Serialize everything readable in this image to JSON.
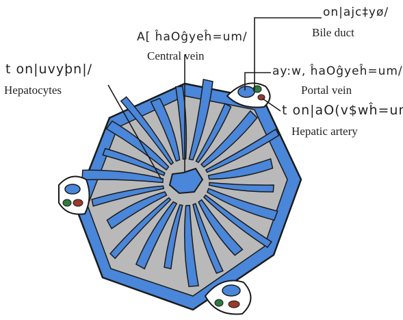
{
  "labels": {
    "bile_duct": {
      "foreign": "on|ajc‡yø/",
      "english": "Bile duct"
    },
    "central_vein": {
      "foreign": "A[ ĥaOĝyeĥ=um/",
      "english": "Central vein"
    },
    "hepatocytes": {
      "foreign": "t on|uvyþn|/",
      "english": "Hepatocytes"
    },
    "portal_vein": {
      "foreign": "ay:w, ĥaOĝyeĥ=um/",
      "english": "Portal vein"
    },
    "hepatic_artery": {
      "foreign": "t on|aO(v$wĥ=um/",
      "english": "Hepatic artery"
    }
  },
  "colors": {
    "sinusoid_blue": "#4a86d9",
    "outline": "#1a1a1a",
    "parenchyma_grey": "#b9b9b9",
    "vessel_red": "#9b3a2e",
    "vessel_green": "#2f7a3f"
  }
}
